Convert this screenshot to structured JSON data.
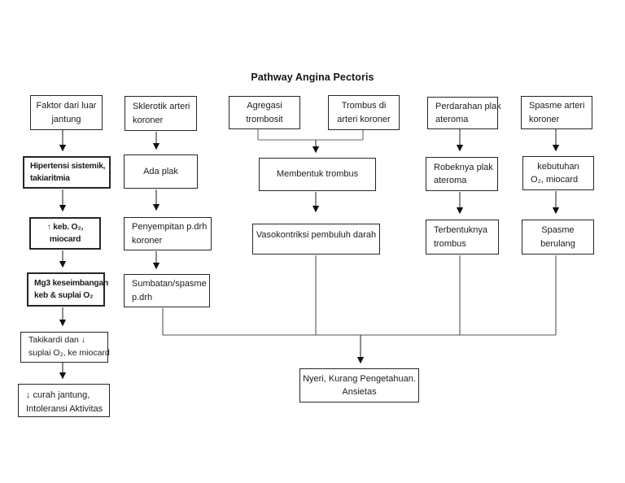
{
  "title": "Pathway Angina Pectoris",
  "boxes": {
    "faktor": {
      "line1": "Faktor dari luar",
      "line2": "jantung"
    },
    "sklerotik": {
      "line1": "Sklerotik arteri",
      "line2": "koroner"
    },
    "agregasi": {
      "line1": "Agregasi",
      "line2": "trombosit"
    },
    "trombus_arteri": {
      "line1": "Trombus di",
      "line2": "arteri koroner"
    },
    "perdarahan": {
      "line1": "Perdarahan plak",
      "line2": "ateroma"
    },
    "spasme_arteri": {
      "line1": "Spasme arteri",
      "line2": "koroner"
    },
    "hipertensi": {
      "line1": "Hipertensi sistemik,",
      "line2": "takiaritmia"
    },
    "ada_plak": {
      "line1": "Ada plak"
    },
    "membentuk": {
      "line1": "Membentuk trombus"
    },
    "robeknya": {
      "line1": "Robeknya plak",
      "line2": "ateroma"
    },
    "kebutuhan": {
      "line1": "kebutuhan",
      "line2": "O₂, miocard"
    },
    "keb_o2": {
      "line1": "↑  keb. O₂,",
      "line2": "miocard"
    },
    "penyempitan": {
      "line1": "Penyempitan p.drh",
      "line2": "koroner"
    },
    "vasokontriksi": {
      "line1": "Vasokontriksi pembuluh darah"
    },
    "terbentuknya": {
      "line1": "Terbentuknya",
      "line2": "trombus"
    },
    "spasme_berulang": {
      "line1": "Spasme",
      "line2": "berulang"
    },
    "mg3": {
      "line1": "Mg3 keseimbangan",
      "line2": "keb & suplai O₂"
    },
    "sumbatan": {
      "line1": "Sumbatan/spasme",
      "line2": "p.drh"
    },
    "takikardi": {
      "line1": "Takikardi dan ↓",
      "line2": "suplai O₂, ke miocard"
    },
    "curah": {
      "line1": "↓   curah jantung,",
      "line2": "Intoleransi Aktivitas"
    },
    "nyeri": {
      "line1": "Nyeri, Kurang Pengetahuan.",
      "line2": "Ansietas"
    }
  },
  "colors": {
    "background": "#ffffff",
    "border": "#262626",
    "text": "#1c1c1c",
    "connector": "#4a4a4a"
  }
}
